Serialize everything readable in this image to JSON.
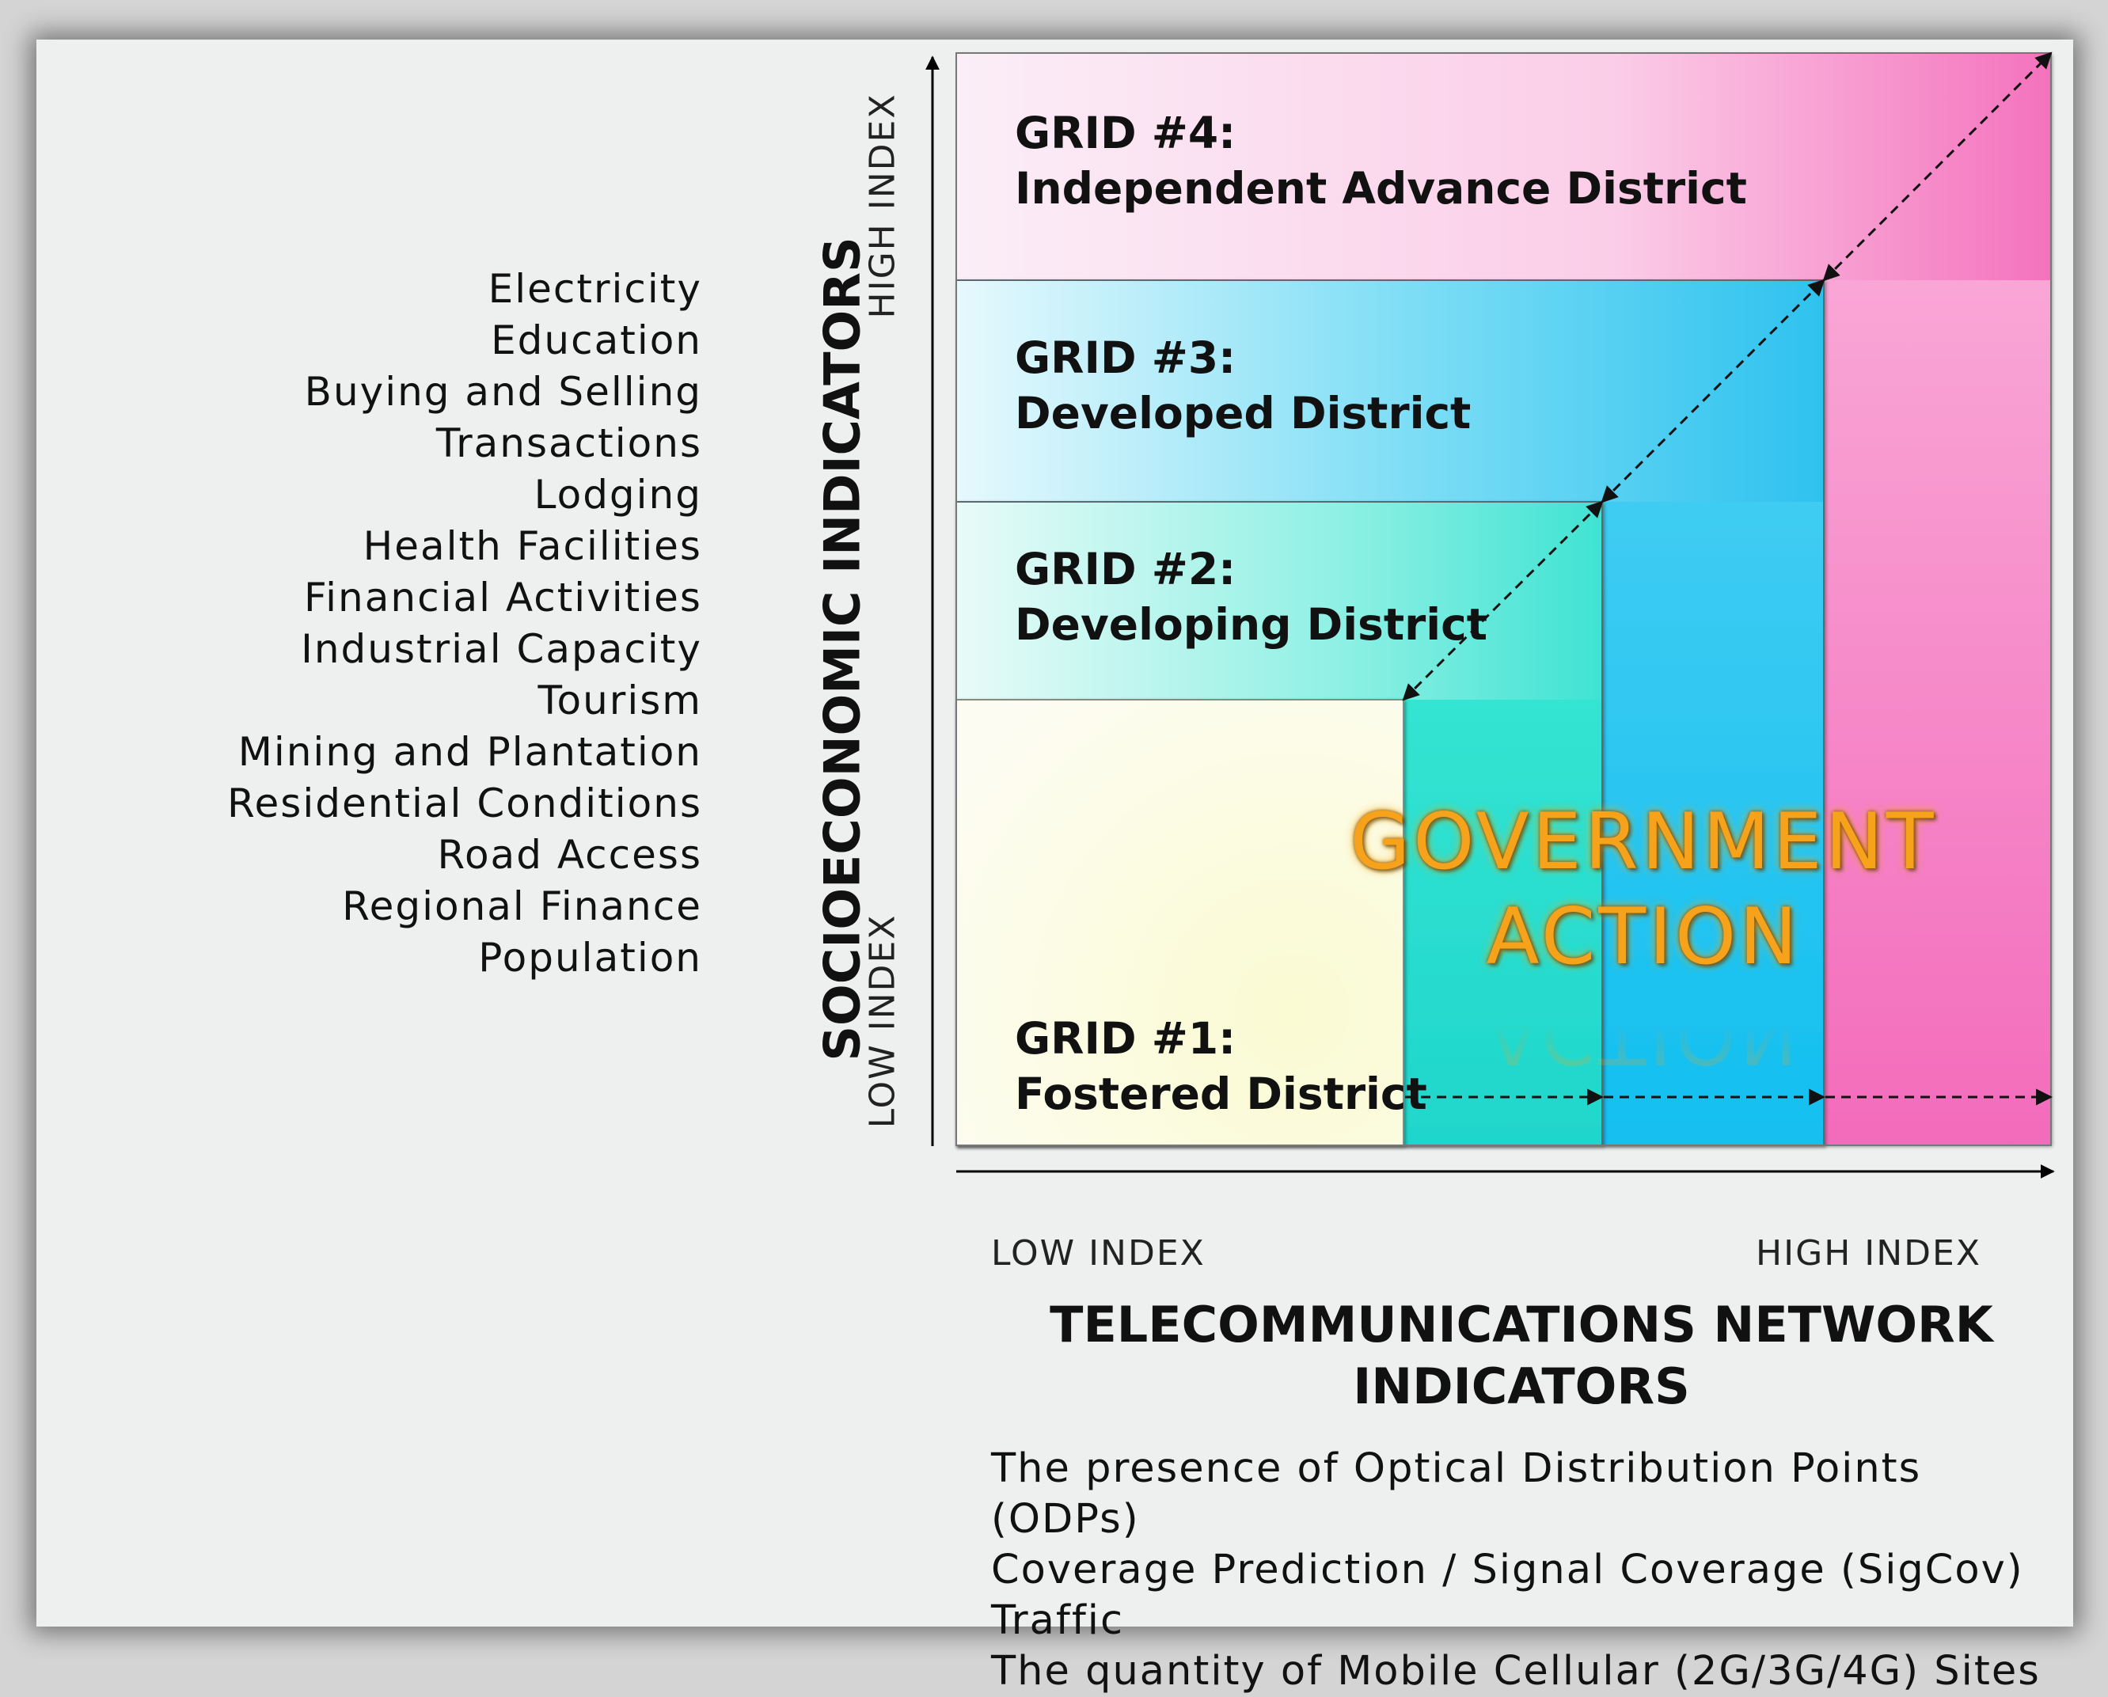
{
  "socioeconomic_indicators": [
    "Electricity",
    "Education",
    "Buying and Selling Transactions",
    "Lodging",
    "Health Facilities",
    "Financial Activities",
    "Industrial Capacity",
    "Tourism",
    "Mining and Plantation",
    "Residential Conditions",
    "Road Access",
    "Regional Finance",
    "Population"
  ],
  "y_axis": {
    "title": "SOCIOECONOMIC INDICATORS",
    "low_label": "LOW INDEX",
    "high_label": "HIGH INDEX"
  },
  "x_axis": {
    "title": "TELECOMMUNICATIONS NETWORK INDICATORS",
    "low_label": "LOW INDEX",
    "high_label": "HIGH INDEX"
  },
  "telecom_indicators": [
    "The presence of Optical Distribution Points (ODPs)",
    "Coverage Prediction / Signal Coverage (SigCov)",
    "Traffic",
    "The quantity of Mobile Cellular (2G/3G/4G) Sites"
  ],
  "grids": [
    {
      "id": "GRID #1:",
      "name": "Fostered District",
      "color": "#fdfbe0"
    },
    {
      "id": "GRID #2:",
      "name": "Developing District",
      "color": "#2ee8d4"
    },
    {
      "id": "GRID #3:",
      "name": "Developed District",
      "color": "#24c6f2"
    },
    {
      "id": "GRID #4:",
      "name": "Independent Advance District",
      "color": "#f77ec2"
    }
  ],
  "government_action": {
    "line1": "GOVERNMENT",
    "line2": "ACTION",
    "color": "#f7a21b"
  }
}
